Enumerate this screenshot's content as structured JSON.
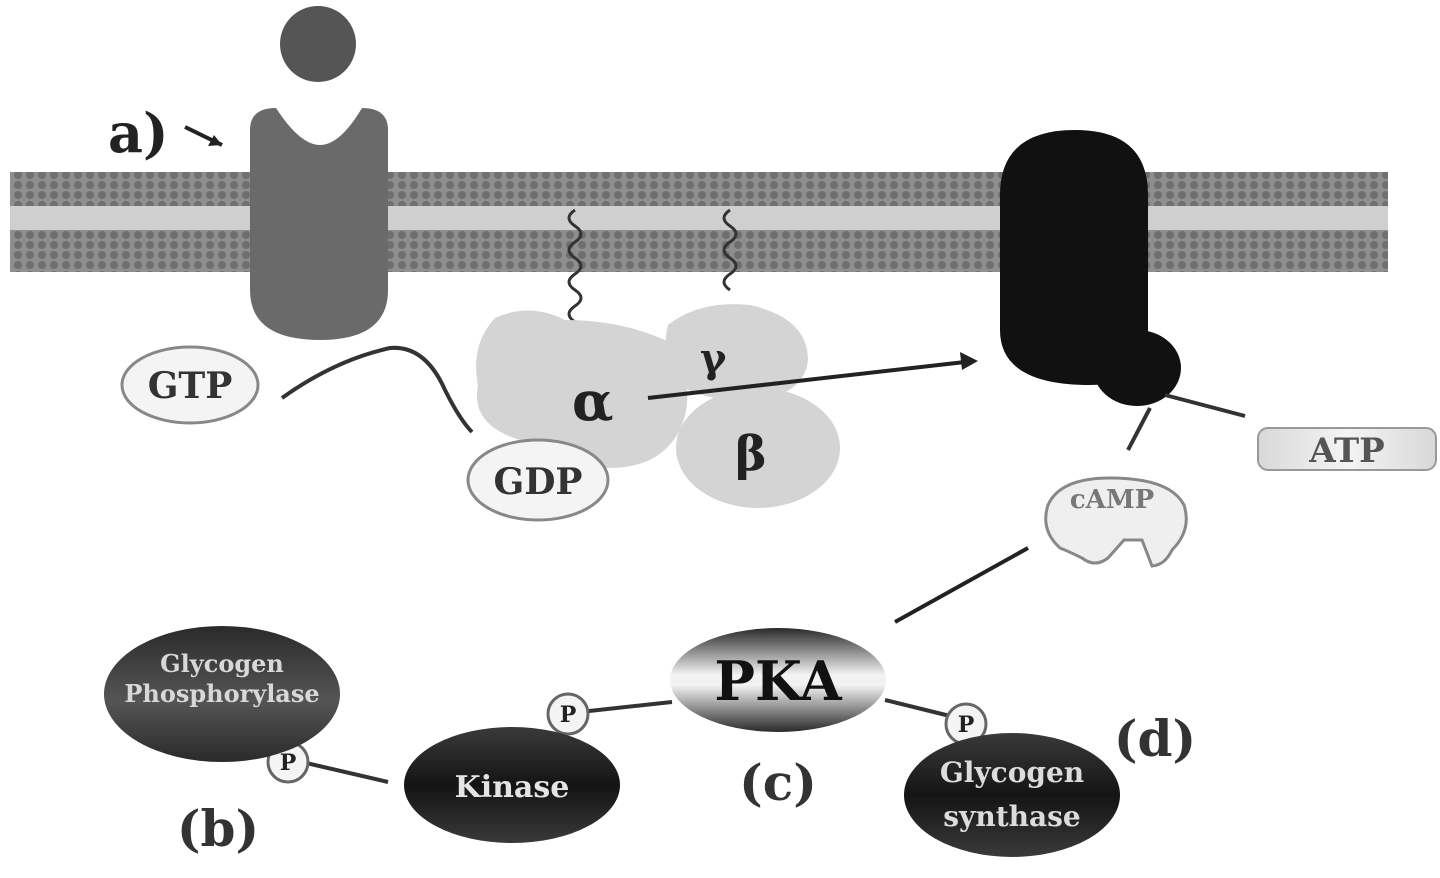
{
  "labels": {
    "a": "a)",
    "b": "(b)",
    "c": "(c)",
    "d": "(d)"
  },
  "molecules": {
    "gtp": "GTP",
    "gdp": "GDP",
    "atp": "ATP",
    "camp": "cAMP",
    "alpha": "α",
    "beta": "β",
    "gamma": "γ",
    "pka": "PKA",
    "kinase": "Kinase",
    "phosphorylase_line1": "Glycogen",
    "phosphorylase_line2": "Phosphorylase",
    "synthase_line1": "Glycogen",
    "synthase_line2": "synthase",
    "phosphate": "P"
  },
  "colors": {
    "receptor": "#6a6a6a",
    "ligand": "#555555",
    "membrane": "#9a9a9a",
    "membrane_core": "#c8c8c8",
    "g_protein": "#d4d4d4",
    "adenylyl_cyclase": "#111111",
    "enzyme_dark": "#1e1e1e"
  }
}
